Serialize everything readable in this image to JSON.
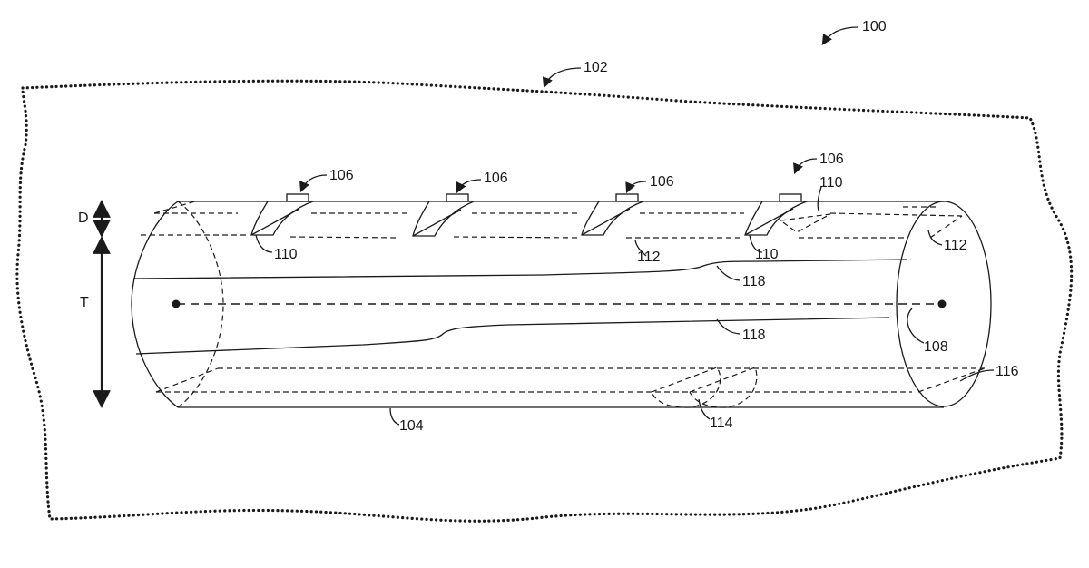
{
  "labels": {
    "fig": "100",
    "formation": "102",
    "wellbore": "104",
    "perforation": "106",
    "axis": "108",
    "cavity": "110",
    "fracture_upper": "112",
    "fracture_lower": "114",
    "plane": "116",
    "flow_path": "118",
    "depth": "D",
    "thickness": "T"
  },
  "colors": {
    "ink": "#1a1a1a",
    "background": "#ffffff"
  }
}
